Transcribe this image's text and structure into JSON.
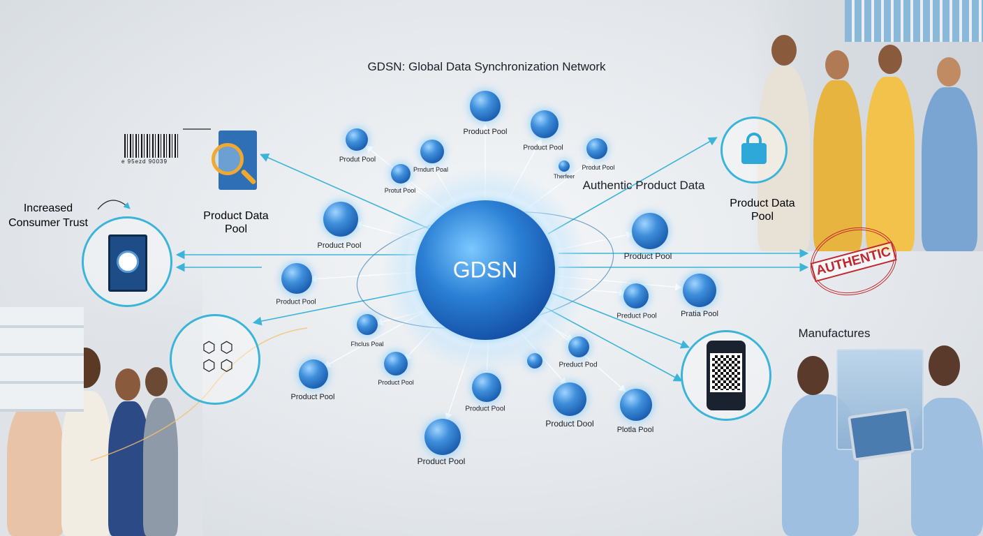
{
  "title": "GDSN: Global Data Synchronization Network",
  "hub_label": "GDSN",
  "authentic_product_data": "Authentic Product Data",
  "left_data_pool": "Product Data Pool",
  "right_data_pool": "Product Data Pool",
  "consumer_trust": "Increased Consumer Trust",
  "manufactures": "Manufactures",
  "stamp": "AUTHENTIC",
  "barcode_number": "e 95ezd 90039",
  "pools": [
    "Product Pool",
    "Product Pool",
    "Produt Pool",
    "Prndurt Poal",
    "Protut Pool",
    "Produt Pool",
    "Therfeer",
    "Product Pool",
    "Product Pool",
    "Product Pool",
    "Preduct Pool",
    "Pratia Pool",
    "Fhclus Poal",
    "Product Pool",
    "Product Pool",
    "Preduct Pod",
    "",
    "Product Pool",
    "Product Dool",
    "Plotla Pool",
    "Product Pool"
  ],
  "colors": {
    "accent": "#3ab4d8",
    "sphere": "#1b5fb0",
    "stamp": "#c0282d"
  }
}
